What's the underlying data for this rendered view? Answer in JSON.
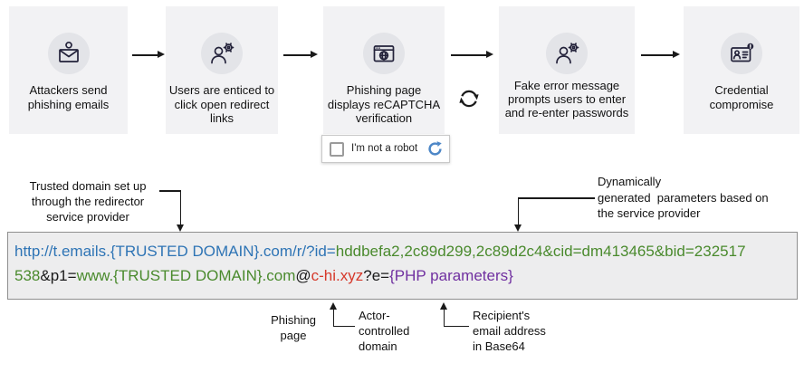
{
  "flow": {
    "stages": [
      {
        "label": "Attackers send phishing emails",
        "icon": "envelope-alert"
      },
      {
        "label": "Users are enticed to click open redirect links",
        "icon": "users-gear"
      },
      {
        "label": "Phishing page displays reCAPTCHA verification",
        "icon": "browser-globe"
      },
      {
        "label": "Fake error message prompts users to enter and re-enter passwords",
        "icon": "user-gear"
      },
      {
        "label": "Credential compromise",
        "icon": "id-card-alert"
      }
    ]
  },
  "recaptcha": {
    "label": "I'm not a robot"
  },
  "annotations": {
    "trusted_domain": "Trusted domain set up\nthrough the redirector\nservice provider",
    "dynamic_params": "Dynamically\ngenerated  parameters based on\nthe service provider",
    "phishing_page": "Phishing\npage",
    "actor_domain": "Actor-\ncontrolled\ndomain",
    "recipient_email": "Recipient's\nemail address\nin Base64"
  },
  "url": {
    "line1": [
      {
        "text": "http://t.emails.{TRUSTED DOMAIN}.com/r/?id=",
        "color": "blue"
      },
      {
        "text": "hddbefa2,2c89d299,2c89d2c4&cid=dm413465&bid=232517",
        "color": "green"
      }
    ],
    "line2": [
      {
        "text": "538",
        "color": "green"
      },
      {
        "text": "&p1=",
        "color": "black"
      },
      {
        "text": "www.{TRUSTED DOMAIN}.com",
        "color": "green"
      },
      {
        "text": "@",
        "color": "black"
      },
      {
        "text": "c-hi.xyz",
        "color": "red"
      },
      {
        "text": "?e=",
        "color": "black"
      },
      {
        "text": "{PHP parameters}",
        "color": "purple"
      }
    ]
  },
  "colors": {
    "blue": "#2e74b5",
    "green": "#4a8a2d",
    "red": "#d6392b",
    "purple": "#7030a0",
    "black": "#1a1a1a"
  }
}
